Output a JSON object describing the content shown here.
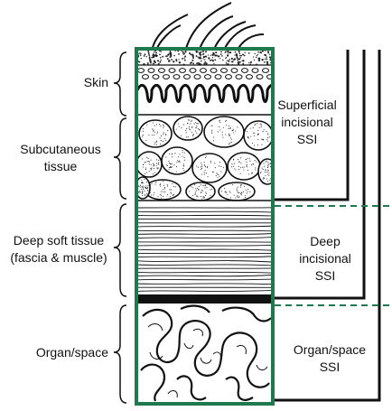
{
  "colors": {
    "column_border": "#1e7a4d",
    "dashed_divider": "#1e7a4d",
    "ink": "#111111"
  },
  "layers": [
    {
      "label": "Skin",
      "pattern": "epidermis-dermis"
    },
    {
      "label": "Subcutaneous\ntissue",
      "pattern": "fat-lobules"
    },
    {
      "label": "Deep soft tissue\n(fascia & muscle)",
      "pattern": "muscle-fibers"
    },
    {
      "label": "Organ/space",
      "pattern": "organ-convolutions"
    }
  ],
  "infection_classes": [
    {
      "label": "Superficial\nincisional\nSSI"
    },
    {
      "label": "Deep\nincisional\nSSI"
    },
    {
      "label": "Organ/space\nSSI"
    }
  ]
}
